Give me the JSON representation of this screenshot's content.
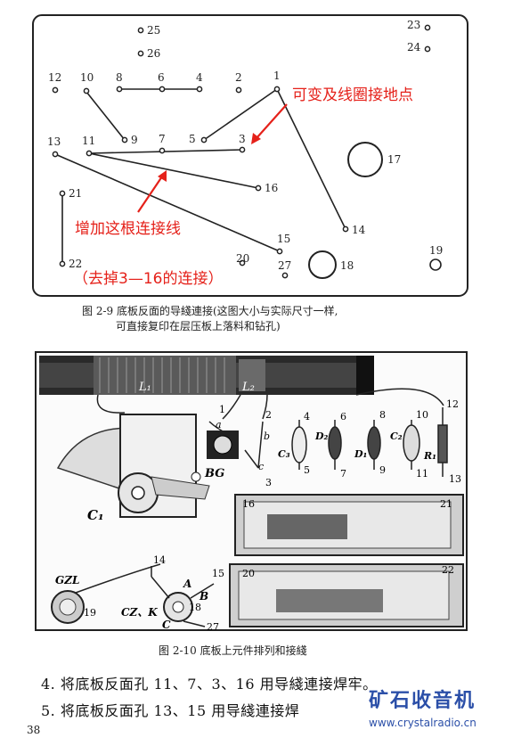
{
  "fig1": {
    "holes": [
      {
        "n": "25"
      },
      {
        "n": "26"
      },
      {
        "n": "23"
      },
      {
        "n": "24"
      },
      {
        "n": "12"
      },
      {
        "n": "10"
      },
      {
        "n": "8"
      },
      {
        "n": "6"
      },
      {
        "n": "4"
      },
      {
        "n": "2"
      },
      {
        "n": "1"
      },
      {
        "n": "9"
      },
      {
        "n": "7"
      },
      {
        "n": "5"
      },
      {
        "n": "3"
      },
      {
        "n": "13"
      },
      {
        "n": "11"
      },
      {
        "n": "16"
      },
      {
        "n": "21"
      },
      {
        "n": "14"
      },
      {
        "n": "15"
      },
      {
        "n": "20"
      },
      {
        "n": "27"
      },
      {
        "n": "22"
      },
      {
        "n": "17"
      },
      {
        "n": "18"
      },
      {
        "n": "19"
      }
    ],
    "annotation_ground": "可变及线圈接地点",
    "annotation_add": "增加这根连接线",
    "annotation_remove": "（去掉3—16的连接）",
    "caption_line1": "图 2-9   底板反面的导綫連接(这图大小与实际尺寸一样,",
    "caption_line2": "可直接复印在层压板上落料和钻孔)"
  },
  "fig2": {
    "labels": {
      "L1": "L₁",
      "L2": "L₂",
      "n1": "1",
      "n2": "2",
      "n3": "3",
      "a": "a",
      "b": "b",
      "c": "c",
      "BG": "BG",
      "C1": "C₁",
      "C2": "C₂",
      "C3": "C₃",
      "D1": "D₁",
      "D2": "D₂",
      "R1": "R₁",
      "n4": "4",
      "n5": "5",
      "n6": "6",
      "n7": "7",
      "n8": "8",
      "n9": "9",
      "n10": "10",
      "n11": "11",
      "n12": "12",
      "n13": "13",
      "n14": "14",
      "n15": "15",
      "n16": "16",
      "n18": "18",
      "n19": "19",
      "n20": "20",
      "n21": "21",
      "n22": "22",
      "n27": "27",
      "A": "A",
      "B": "B",
      "C": "C",
      "GZL": "GZL",
      "CZK": "CZ、K"
    },
    "caption": "图 2-10  底板上元件排列和接綫"
  },
  "steps": [
    {
      "num": "4.",
      "text": "将底板反面孔 11、7、3、16 用导綫連接焊牢。"
    },
    {
      "num": "5.",
      "text": "将底板反面孔 13、15 用导綫連接焊"
    }
  ],
  "watermark": {
    "title": "矿石收音机",
    "url": "www.crystalradio.cn"
  },
  "page_number": "38"
}
